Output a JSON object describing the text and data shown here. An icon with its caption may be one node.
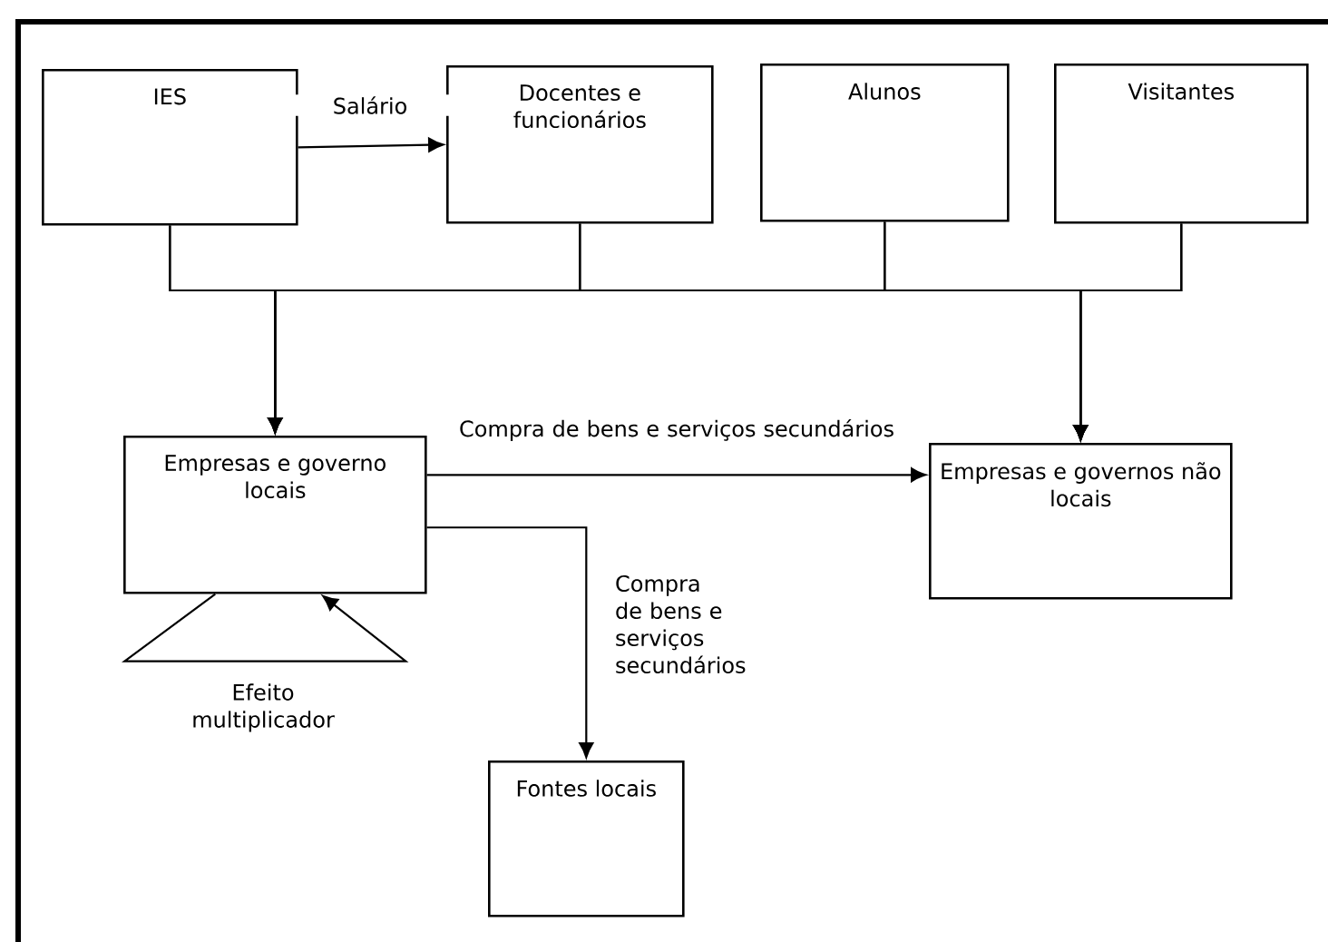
{
  "diagram": {
    "nodes": [
      {
        "text": [
          "IES"
        ]
      },
      {
        "text": [
          "Docentes e funcionários"
        ]
      },
      {
        "text": [
          "Alunos"
        ]
      },
      {
        "text": [
          "Visitantes"
        ]
      },
      {
        "text": [
          "Empresas e governo locais"
        ]
      },
      {
        "text": [
          "Empresas e governos não locais"
        ]
      },
      {
        "text": [
          "Fontes locais"
        ]
      }
    ],
    "edges": [
      {
        "from": 0,
        "to": 1,
        "arrow": "to",
        "label": "Salário"
      },
      {
        "from": 0,
        "to": 4,
        "arrow": "to"
      },
      {
        "from": 1,
        "to": 4,
        "arrow": "to"
      },
      {
        "from": 2,
        "to": 4,
        "arrow": "to"
      },
      {
        "from": 3,
        "to": 4,
        "arrow": "to"
      },
      {
        "from": 0,
        "to": 5,
        "arrow": "to"
      },
      {
        "from": 1,
        "to": 5,
        "arrow": "to"
      },
      {
        "from": 2,
        "to": 5,
        "arrow": "to"
      },
      {
        "from": 3,
        "to": 5,
        "arrow": "to"
      },
      {
        "from": 4,
        "to": 5,
        "arrow": "to",
        "label": "Compra de bens e serviços secundários"
      },
      {
        "from": 4,
        "to": 6,
        "arrow": "to",
        "label": "Compra de bens e serviços secundários"
      },
      {
        "from": 4,
        "to": 4,
        "arrow": "to",
        "label": "Efeito multiplicador"
      }
    ]
  }
}
